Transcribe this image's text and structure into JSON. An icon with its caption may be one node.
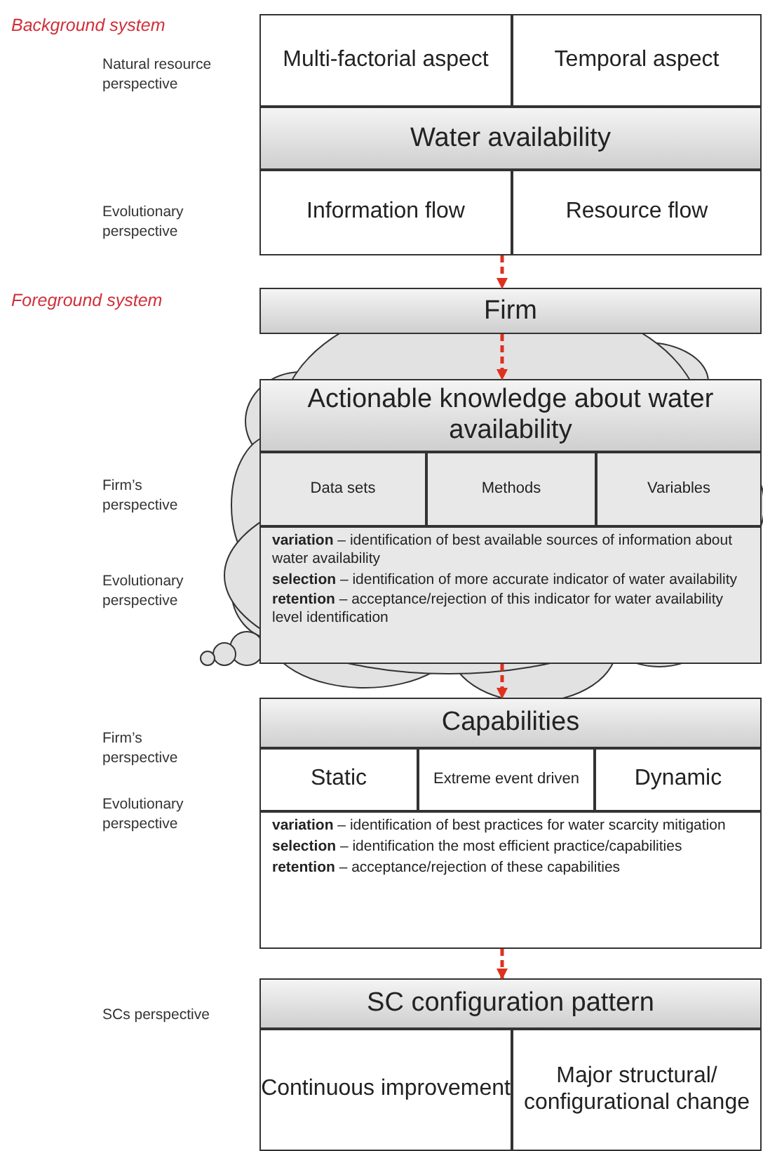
{
  "diagram": {
    "nodes": [
      {
        "text": [
          "Multi-factorial aspect"
        ]
      },
      {
        "text": [
          "Temporal aspect"
        ]
      },
      {
        "text": [
          "Water availability"
        ]
      },
      {
        "text": [
          "Information flow"
        ]
      },
      {
        "text": [
          "Resource flow"
        ]
      },
      {
        "text": [
          "Firm"
        ]
      },
      {
        "text": [
          "Actionable knowledge about water availability"
        ]
      },
      {
        "text": [
          "Data sets"
        ]
      },
      {
        "text": [
          "Methods"
        ]
      },
      {
        "text": [
          "Variables"
        ]
      },
      {
        "text": [
          "**variation** – identification of best available sources of information about water availability",
          "**selection** – identification of more accurate indicator of water availability",
          "**retention** – acceptance/rejection of this indicator for water availability level identification"
        ]
      },
      {
        "text": [
          "Capabilities"
        ]
      },
      {
        "text": [
          "Static"
        ]
      },
      {
        "text": [
          "Extreme event driven"
        ]
      },
      {
        "text": [
          "Dynamic"
        ]
      },
      {
        "text": [
          "**variation** – identification of best practices for water scarcity mitigation",
          "**selection** – identification the most efficient practice/capabilities",
          "**retention** – acceptance/rejection of these capabilities"
        ]
      },
      {
        "text": [
          "SC configuration pattern"
        ]
      },
      {
        "text": [
          "Continuous improvement"
        ]
      },
      {
        "text": [
          "Major structural/ configurational change"
        ]
      }
    ],
    "edges": [
      {
        "from": 3,
        "to": 5,
        "arrow": "to",
        "style": "dashed"
      },
      {
        "from": 5,
        "to": 6,
        "arrow": "to",
        "style": "dashed"
      },
      {
        "from": 10,
        "to": 11,
        "arrow": "to",
        "style": "dashed"
      },
      {
        "from": 15,
        "to": 16,
        "arrow": "to",
        "style": "dashed"
      }
    ],
    "labels": [
      "Background system",
      "Natural resource perspective",
      "Evolutionary perspective",
      "Foreground system",
      "Firm’s perspective",
      "Evolutionary perspective",
      "Firm’s perspective",
      "Evolutionary perspective",
      "SCs perspective"
    ]
  }
}
